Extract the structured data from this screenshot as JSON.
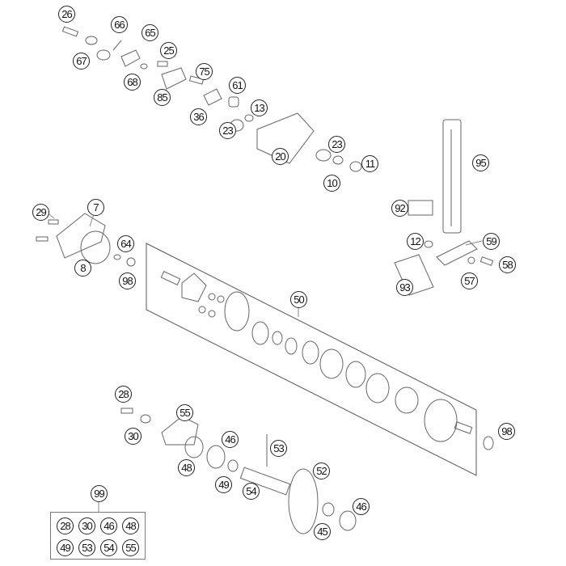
{
  "callouts": [
    {
      "label": "26"
    },
    {
      "label": "66"
    },
    {
      "label": "65"
    },
    {
      "label": "67"
    },
    {
      "label": "25"
    },
    {
      "label": "68"
    },
    {
      "label": "75"
    },
    {
      "label": "85"
    },
    {
      "label": "61"
    },
    {
      "label": "36"
    },
    {
      "label": "13"
    },
    {
      "label": "23"
    },
    {
      "label": "20"
    },
    {
      "label": "23"
    },
    {
      "label": "11"
    },
    {
      "label": "10"
    },
    {
      "label": "95"
    },
    {
      "label": "92"
    },
    {
      "label": "29"
    },
    {
      "label": "7"
    },
    {
      "label": "12"
    },
    {
      "label": "59"
    },
    {
      "label": "64"
    },
    {
      "label": "8"
    },
    {
      "label": "58"
    },
    {
      "label": "98"
    },
    {
      "label": "57"
    },
    {
      "label": "93"
    },
    {
      "label": "50"
    },
    {
      "label": "28"
    },
    {
      "label": "55"
    },
    {
      "label": "30"
    },
    {
      "label": "46"
    },
    {
      "label": "53"
    },
    {
      "label": "98"
    },
    {
      "label": "48"
    },
    {
      "label": "52"
    },
    {
      "label": "49"
    },
    {
      "label": "54"
    },
    {
      "label": "99"
    },
    {
      "label": "46"
    },
    {
      "label": "45"
    }
  ],
  "kit": {
    "row1": [
      "28",
      "30",
      "46",
      "48"
    ],
    "row2": [
      "49",
      "53",
      "54",
      "55"
    ]
  }
}
